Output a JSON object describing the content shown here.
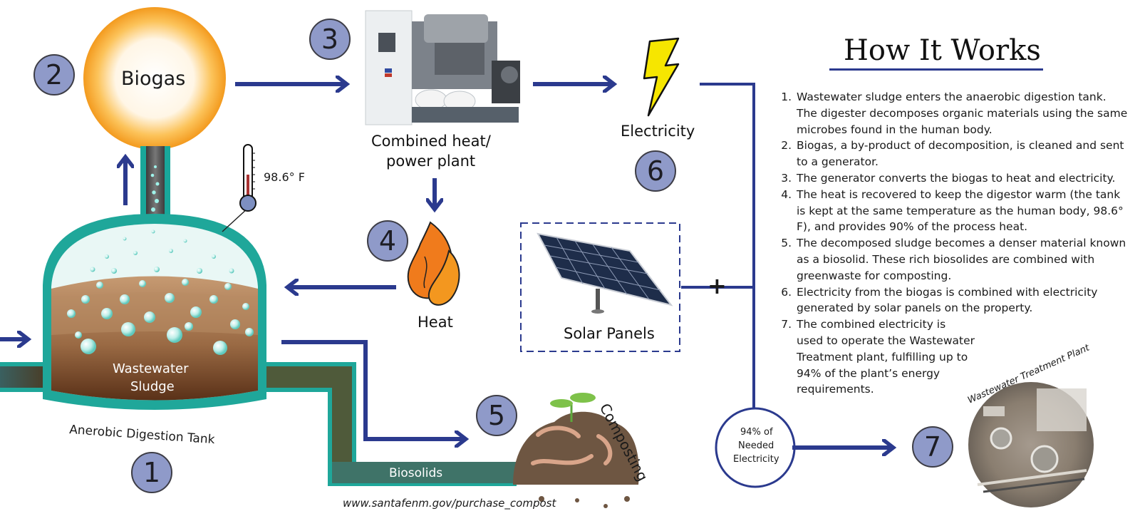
{
  "title": "How It Works",
  "steps": [
    "Wastewater sludge enters the anaerobic digestion tank. The digester decomposes organic materials using the same microbes found in the human body.",
    "Biogas, a by-product of decomposition, is cleaned and sent to a generator.",
    "The generator converts the biogas to heat and electricity.",
    "The heat is recovered to keep the digestor warm (the tank is kept at the same temperature as the human body, 98.6° F), and provides 90% of the process heat.",
    "The decomposed sludge becomes a denser material known as a biosolid. These rich biosolides are combined with greenwaste for composting.",
    "Electricity from the biogas is combined with electricity generated by solar panels on the property.",
    "The combined electricity is used to operate the Wastewater Treatment plant, fulfilling up to 94% of the plant’s energy requirements."
  ],
  "diagram": {
    "biogas": "Biogas",
    "chp_line1": "Combined heat/",
    "chp_line2": "power plant",
    "electricity": "Electricity",
    "heat": "Heat",
    "solar": "Solar Panels",
    "plus": "+",
    "sludge_line1": "Wastewater",
    "sludge_line2": "Sludge",
    "tank": "Anerobic Digestion Tank",
    "temperature": "98.6° F",
    "biosolids": "Biosolids",
    "composting": "Composting",
    "needed_line1": "94% of",
    "needed_line2": "Needed",
    "needed_line3": "Electricity",
    "plant_caption": "Wastewater Treatment Plant",
    "url": "www.santafenm.gov/purchase_compost"
  },
  "badges": [
    "1",
    "2",
    "3",
    "4",
    "5",
    "6",
    "7"
  ],
  "icons": {
    "electricity": "lightning-bolt-icon",
    "heat": "flame-icon",
    "temperature": "thermometer-icon",
    "solar": "solar-panel-icon",
    "generator": "generator-icon",
    "compost": "compost-pile-icon",
    "plant": "aerial-photo-icon"
  },
  "colors": {
    "arrow": "#2b3a8e",
    "badge": "#8f9ac9",
    "tank_teal": "#1fa79a",
    "sludge": "#6b3f1f",
    "biogas_glow": "#f7a623",
    "bolt": "#f6e600",
    "flame": "#f07b1c"
  }
}
